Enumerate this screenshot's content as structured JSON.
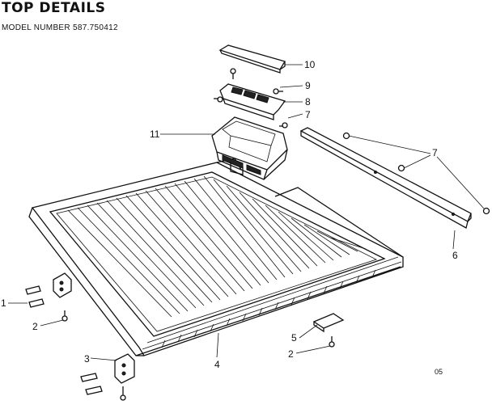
{
  "header": {
    "title": "TOP DETAILS",
    "model_number": "MODEL NUMBER 587.750412"
  },
  "callouts": {
    "c10": "10",
    "c9": "9",
    "c8": "8",
    "c7a": "7",
    "c11": "11",
    "c7b": "7",
    "c6": "6",
    "c1": "1",
    "c2a": "2",
    "c3": "3",
    "c4": "4",
    "c5": "5",
    "c2b": "2"
  },
  "footer": {
    "code": "05"
  }
}
